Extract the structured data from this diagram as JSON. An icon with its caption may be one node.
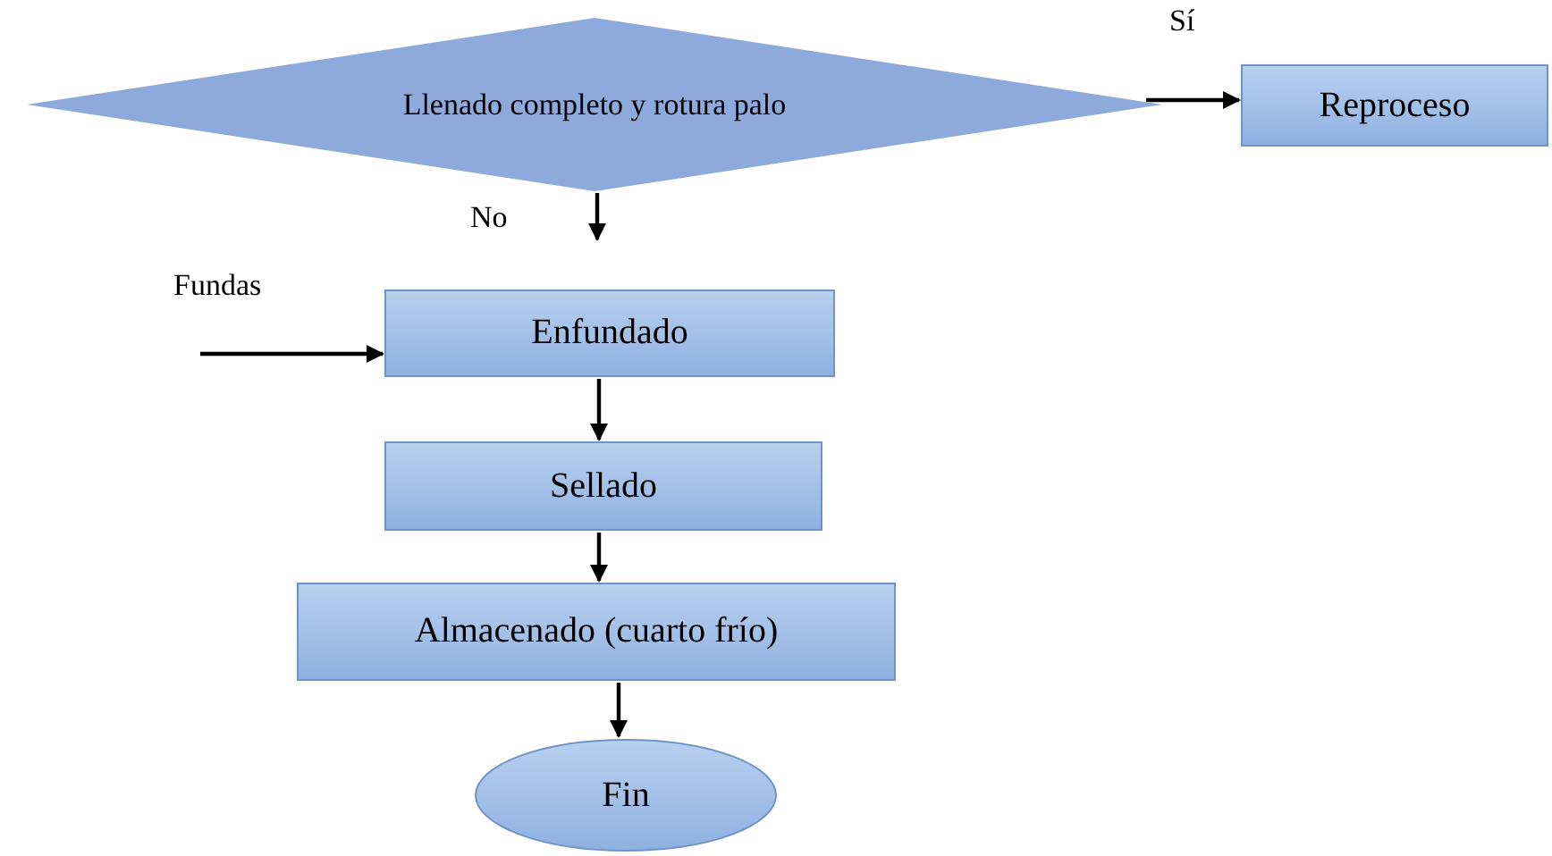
{
  "diagram": {
    "nodes": [
      {
        "text": [
          "Llenado completo y rotura palo"
        ]
      },
      {
        "text": [
          "Reproceso"
        ]
      },
      {
        "text": [
          "Enfundado"
        ]
      },
      {
        "text": [
          "Sellado"
        ]
      },
      {
        "text": [
          "Almacenado (cuarto frío)"
        ]
      },
      {
        "text": [
          "Fin"
        ]
      }
    ],
    "edges": [
      {
        "from": 0,
        "to": 1,
        "arrow": "to",
        "label": "Sí"
      },
      {
        "from": 0,
        "to": 2,
        "arrow": "to",
        "label": "No"
      },
      {
        "from": null,
        "to": 2,
        "arrow": "to",
        "label": "Fundas"
      },
      {
        "from": 2,
        "to": 3,
        "arrow": "to"
      },
      {
        "from": 3,
        "to": 4,
        "arrow": "to"
      },
      {
        "from": 4,
        "to": 5,
        "arrow": "to"
      }
    ]
  }
}
